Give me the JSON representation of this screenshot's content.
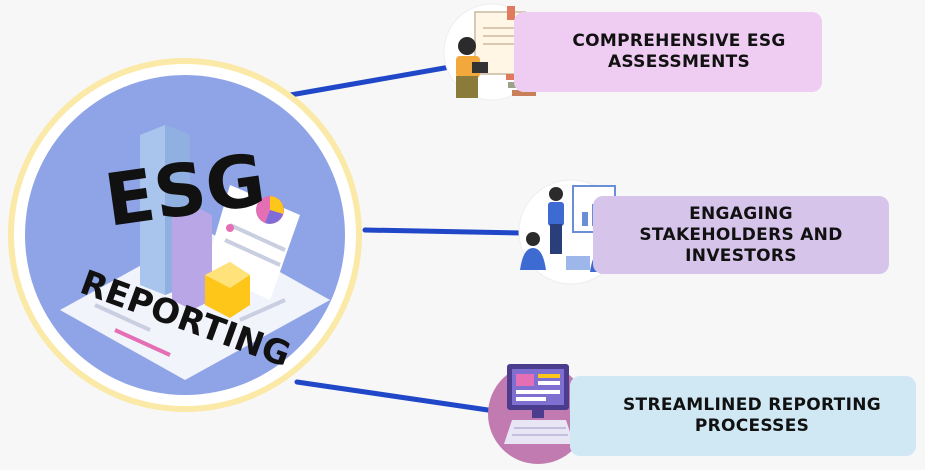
{
  "hub": {
    "title": "ESG",
    "subtitle": "REPORTING",
    "ring_color": "#fbe9a8",
    "disc_color": "#8ea4e6"
  },
  "connector_color": "#1f47c8",
  "items": [
    {
      "line1": "COMPREHENSIVE ESG",
      "line2": "ASSESSMENTS",
      "line3": "",
      "card_color": "#efcdf2",
      "icon": "person-with-document-icon"
    },
    {
      "line1": "ENGAGING",
      "line2": "STAKEHOLDERS AND",
      "line3": "INVESTORS",
      "card_color": "#d6c4ea",
      "icon": "team-presentation-icon"
    },
    {
      "line1": "STREAMLINED REPORTING",
      "line2": "PROCESSES",
      "line3": "",
      "card_color": "#cfe8f4",
      "icon": "computer-monitor-icon"
    }
  ]
}
